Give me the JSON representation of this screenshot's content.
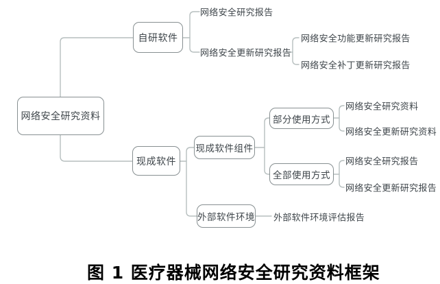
{
  "colors": {
    "box_border": "#878f91",
    "connector": "#b6bebe",
    "node_text": "#3e454a",
    "caption": "#000000",
    "background": "#ffffff"
  },
  "tree": {
    "root": {
      "label": "网络安全研究资料"
    },
    "branches": [
      {
        "label": "自研软件",
        "children": [
          {
            "label": "网络安全研究报告"
          },
          {
            "label": "网络安全更新研究报告",
            "children": [
              {
                "label": "网络安全功能更新研究报告"
              },
              {
                "label": "网络安全补丁更新研究报告"
              }
            ]
          }
        ]
      },
      {
        "label": "现成软件",
        "children": [
          {
            "label": "现成软件组件",
            "children": [
              {
                "label": "部分使用方式",
                "children": [
                  {
                    "label": "网络安全研究资料"
                  },
                  {
                    "label": "网络安全更新研究资料"
                  }
                ]
              },
              {
                "label": "全部使用方式",
                "children": [
                  {
                    "label": "网络安全研究报告"
                  },
                  {
                    "label": "网络安全更新研究报告"
                  }
                ]
              }
            ]
          },
          {
            "label": "外部软件环境",
            "children": [
              {
                "label": "外部软件环境评估报告"
              }
            ]
          }
        ]
      }
    ]
  },
  "figure": {
    "caption": "图 1 医疗器械网络安全研究资料框架"
  }
}
